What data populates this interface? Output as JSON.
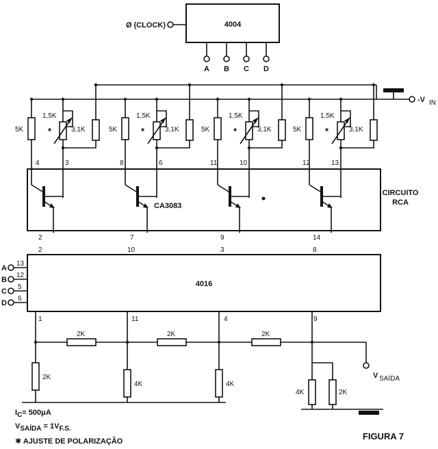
{
  "ic_top": {
    "label": "4004"
  },
  "clock": {
    "label": "Ø (CLOCK)"
  },
  "outputs": [
    "A",
    "B",
    "C",
    "D"
  ],
  "vin": {
    "label": "-V",
    "sub": "IN"
  },
  "ic_mid": {
    "label": "CA3083"
  },
  "circuito": {
    "line1": "CIRCUITO",
    "line2": "RCA"
  },
  "ic_low": {
    "label": "4016"
  },
  "stages": [
    {
      "r5k": "5K",
      "pot": "1,5K",
      "r31k": "3,1K",
      "pin_left": "4",
      "pin_right": "3",
      "pin_b": "2",
      "pin_b2": "2",
      "pin_low": "1"
    },
    {
      "r5k": "5K",
      "pot": "1,5K",
      "r31k": "3,1K",
      "pin_left": "8",
      "pin_right": "6",
      "pin_b": "7",
      "pin_b2": "10",
      "pin_low": "11"
    },
    {
      "r5k": "5K",
      "pot": "1,5K",
      "r31k": "3,1K",
      "pin_left": "11",
      "pin_right": "10",
      "pin_b": "9",
      "pin_b2": "3",
      "pin_low": "4"
    },
    {
      "r5k": "5K",
      "pot": "1,5K",
      "r31k": "3,1K",
      "pin_left": "12",
      "pin_right": "13",
      "pin_b": "14",
      "pin_b2": "8",
      "pin_low": "9"
    }
  ],
  "asterisk": "*",
  "control_inputs": [
    {
      "name": "A",
      "pin": "13"
    },
    {
      "name": "B",
      "pin": "12"
    },
    {
      "name": "C",
      "pin": "5"
    },
    {
      "name": "D",
      "pin": "6"
    }
  ],
  "ladder": {
    "r_series": [
      "2K",
      "2K",
      "2K"
    ],
    "r_shunt_first": "2K",
    "r_shunt": [
      "4K",
      "4K"
    ],
    "r_out": [
      "4K",
      "2K"
    ]
  },
  "vsaida": {
    "label": "V",
    "sub": "SAÍDA"
  },
  "notes": {
    "ic_pre": "I",
    "ic_sub": "C",
    "ic_val": "= 500μA",
    "vs_pre": "V",
    "vs_sub": "SAÍDA",
    "vs_val": " = 1V",
    "vs_sub2": "F.S.",
    "ajuste": "✱ AJUSTE DE POLARIZAÇÃO"
  },
  "figure": {
    "label": "FIGURA 7"
  }
}
